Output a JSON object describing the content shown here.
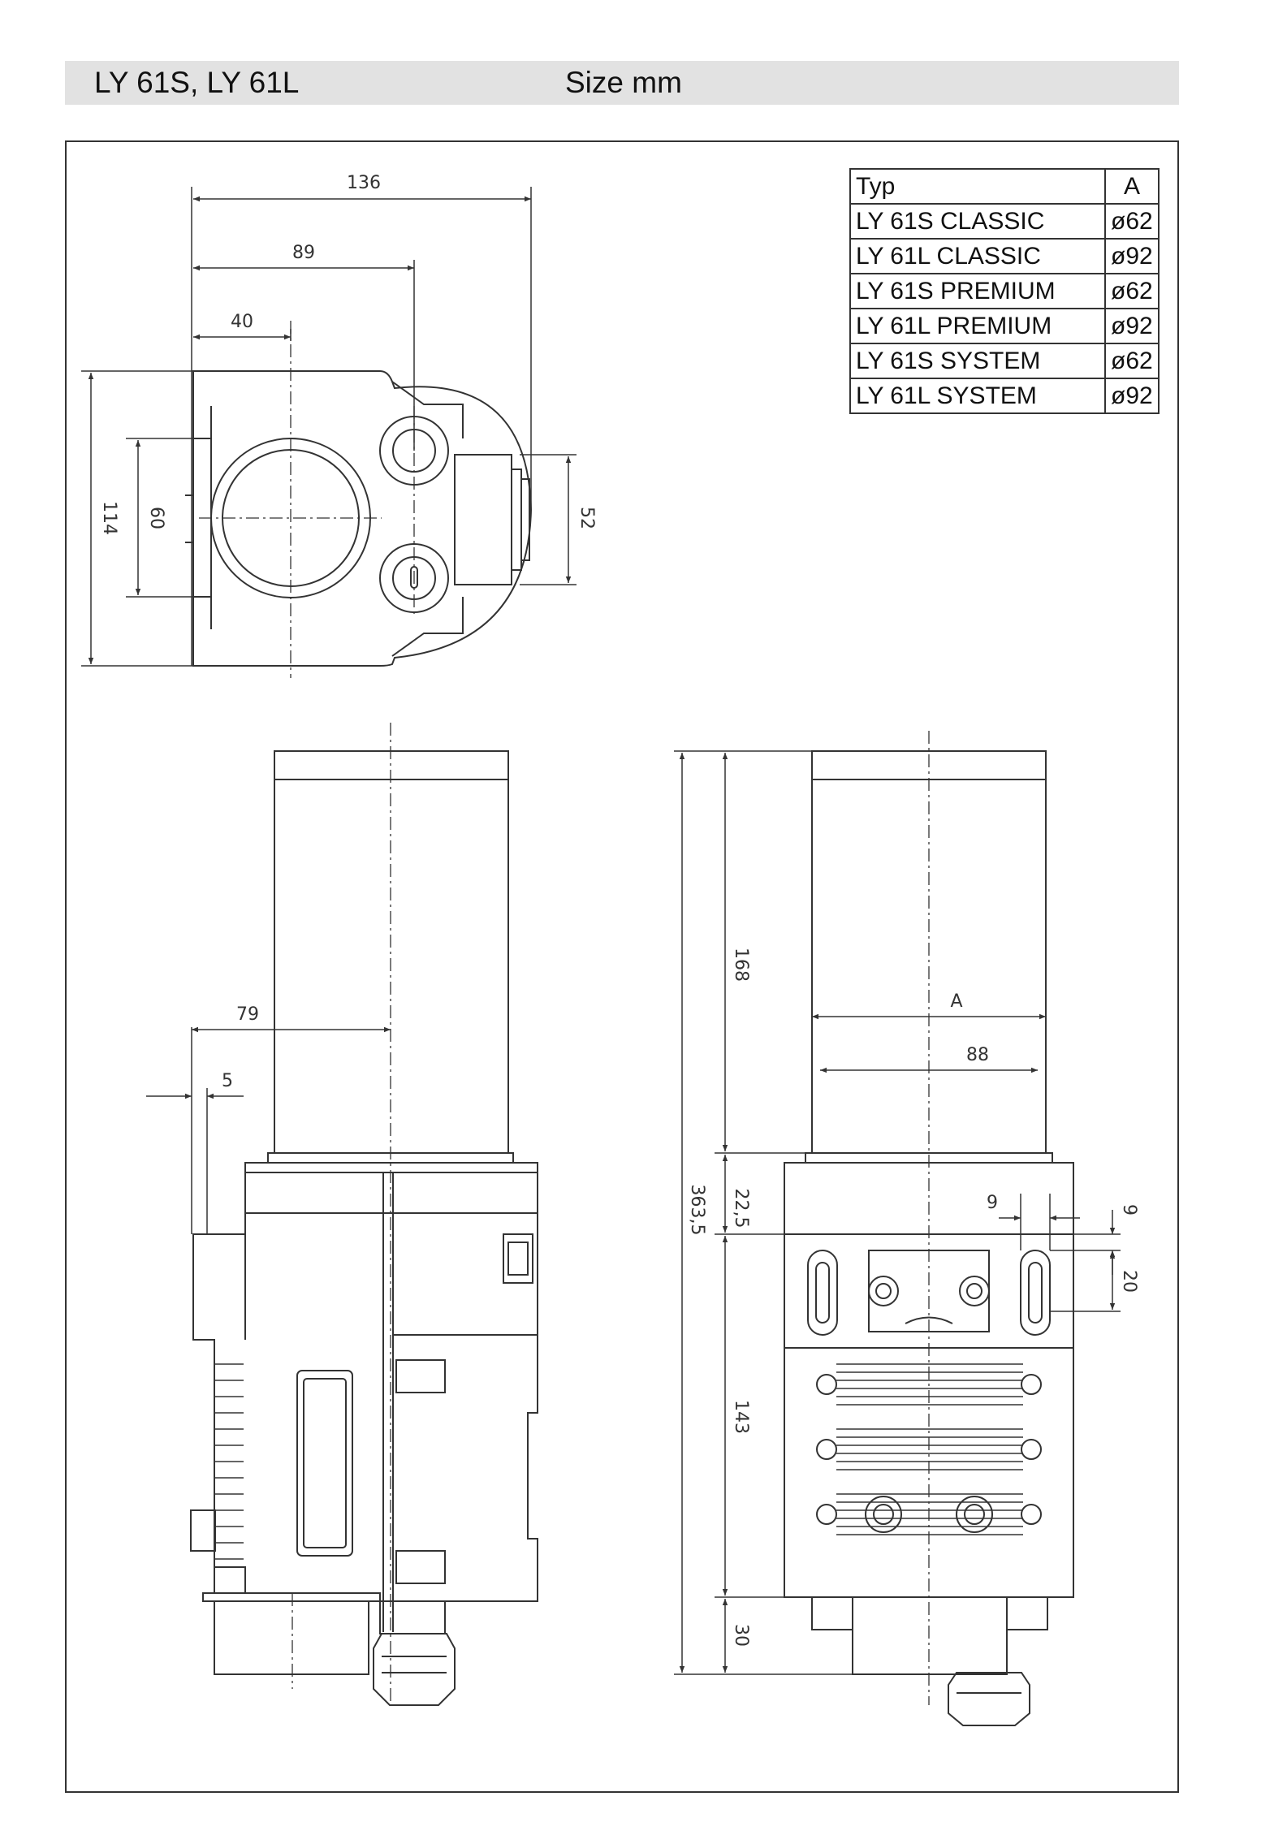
{
  "header": {
    "model": "LY 61S, LY 61L",
    "size": "Size mm"
  },
  "table": {
    "headers": [
      "Typ",
      "A"
    ],
    "rows": [
      {
        "typ": "LY 61S CLASSIC",
        "a": "ø62"
      },
      {
        "typ": "LY 61L CLASSIC",
        "a": "ø92"
      },
      {
        "typ": "LY 61S PREMIUM",
        "a": "ø62"
      },
      {
        "typ": "LY 61L PREMIUM",
        "a": "ø92"
      },
      {
        "typ": "LY 61S SYSTEM",
        "a": "ø62"
      },
      {
        "typ": "LY 61L SYSTEM",
        "a": "ø92"
      }
    ]
  },
  "dimensions": {
    "top_width_total": "136",
    "top_width_mid": "89",
    "top_width_small": "40",
    "top_height": "114",
    "top_bore": "60",
    "top_right": "52",
    "side_offset": "79",
    "side_small": "5",
    "front_A": "A",
    "front_88": "88",
    "front_total": "363,5",
    "front_168": "168",
    "front_22_5": "22,5",
    "front_143": "143",
    "front_30": "30",
    "front_9_h": "9",
    "front_9_v": "9",
    "front_20": "20"
  }
}
